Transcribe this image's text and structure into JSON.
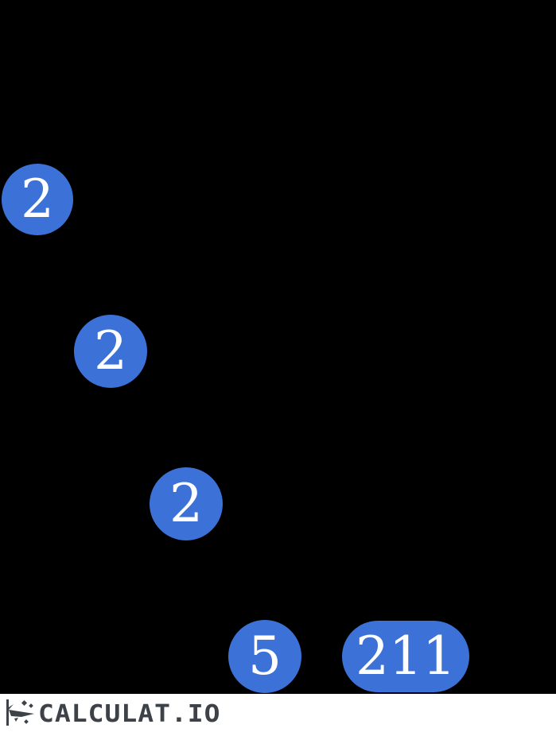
{
  "diagram": {
    "type": "factor-tree",
    "visible_nodes": [
      {
        "value": "2",
        "shape": "circle"
      },
      {
        "value": "2",
        "shape": "circle"
      },
      {
        "value": "2",
        "shape": "circle"
      },
      {
        "value": "5",
        "shape": "circle"
      },
      {
        "value": "211",
        "shape": "pill"
      }
    ],
    "node_color": "#3c72d8",
    "node_text_color": "#ffffff",
    "background_color": "#000000"
  },
  "footer": {
    "logo_text": "CALCULAT.IO",
    "logo_color": "#3d4248",
    "background_color": "#ffffff",
    "icon": "origami-bird-icon"
  }
}
